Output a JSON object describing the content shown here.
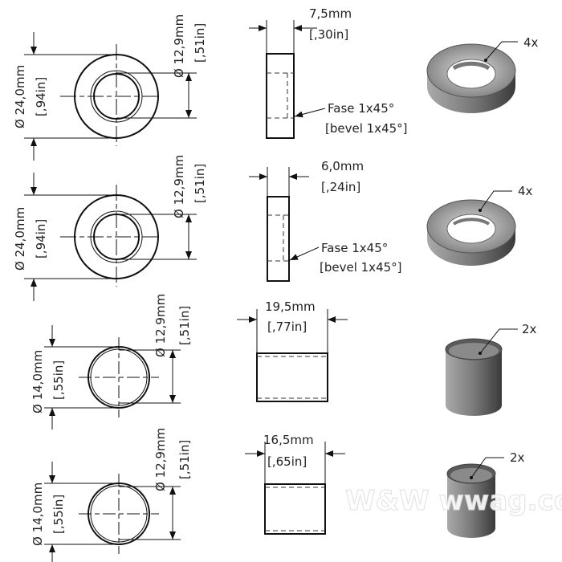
{
  "rows": [
    {
      "outer": "Ø 24,0mm",
      "outer_in": "[,94in]",
      "inner": "Ø 12,9mm",
      "inner_in": "[,51in]",
      "width": "7,5mm",
      "width_in": "[,30in]",
      "bevel": "Fase 1x45°",
      "bevel_en": "[bevel 1x45°]",
      "qty": "4x"
    },
    {
      "outer": "Ø 24,0mm",
      "outer_in": "[,94in]",
      "inner": "Ø 12,9mm",
      "inner_in": "[,51in]",
      "width": "6,0mm",
      "width_in": "[,24in]",
      "bevel": "Fase 1x45°",
      "bevel_en": "[bevel 1x45°]",
      "qty": "4x"
    },
    {
      "outer": "Ø 14,0mm",
      "outer_in": "[,55in]",
      "inner": "Ø 12,9mm",
      "inner_in": "[,51in]",
      "width": "19,5mm",
      "width_in": "[,77in]",
      "qty": "2x"
    },
    {
      "outer": "Ø 14,0mm",
      "outer_in": "[,55in]",
      "inner": "Ø 12,9mm",
      "inner_in": "[,51in]",
      "width": "16,5mm",
      "width_in": "[,65in]",
      "qty": "2x"
    }
  ],
  "watermark": "W&W wwag.com"
}
